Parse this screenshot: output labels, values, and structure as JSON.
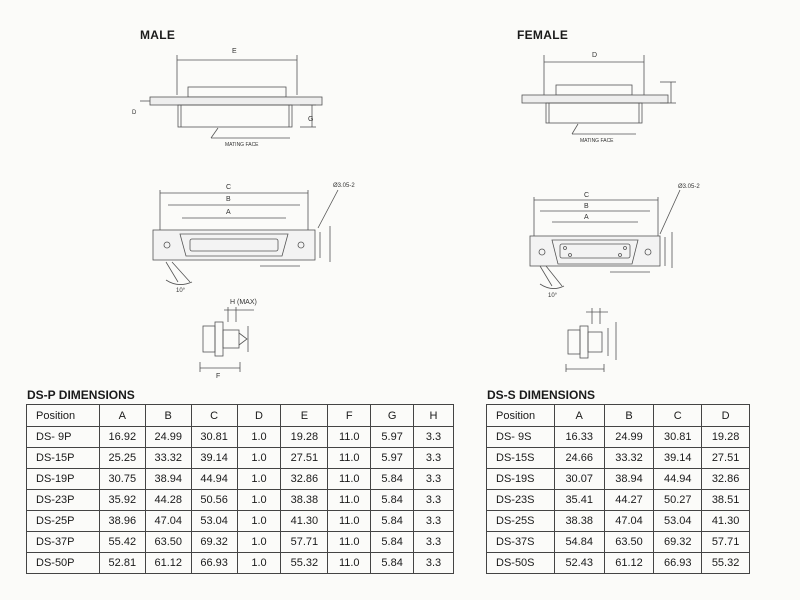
{
  "headings": {
    "male": "MALE",
    "female": "FEMALE"
  },
  "drawing_labels": {
    "mating_face": "MATING FACE",
    "h_max": "H (MAX)",
    "hole_male": "Ø3.05-2",
    "hole_female": "Ø3.05-2",
    "angle": "10°",
    "dim_e": "E",
    "dim_d": "D",
    "dim_c": "C",
    "dim_b": "B",
    "dim_a": "A",
    "dim_g": "G",
    "dim_f": "F",
    "dim_h": "H"
  },
  "ds_p": {
    "title": "DS-P  DIMENSIONS",
    "headers": [
      "Position",
      "A",
      "B",
      "C",
      "D",
      "E",
      "F",
      "G",
      "H"
    ],
    "rows": [
      [
        "DS-  9P",
        "16.92",
        "24.99",
        "30.81",
        "1.0",
        "19.28",
        "11.0",
        "5.97",
        "3.3"
      ],
      [
        "DS-15P",
        "25.25",
        "33.32",
        "39.14",
        "1.0",
        "27.51",
        "11.0",
        "5.97",
        "3.3"
      ],
      [
        "DS-19P",
        "30.75",
        "38.94",
        "44.94",
        "1.0",
        "32.86",
        "11.0",
        "5.84",
        "3.3"
      ],
      [
        "DS-23P",
        "35.92",
        "44.28",
        "50.56",
        "1.0",
        "38.38",
        "11.0",
        "5.84",
        "3.3"
      ],
      [
        "DS-25P",
        "38.96",
        "47.04",
        "53.04",
        "1.0",
        "41.30",
        "11.0",
        "5.84",
        "3.3"
      ],
      [
        "DS-37P",
        "55.42",
        "63.50",
        "69.32",
        "1.0",
        "57.71",
        "11.0",
        "5.84",
        "3.3"
      ],
      [
        "DS-50P",
        "52.81",
        "61.12",
        "66.93",
        "1.0",
        "55.32",
        "11.0",
        "5.84",
        "3.3"
      ]
    ]
  },
  "ds_s": {
    "title": "DS-S  DIMENSIONS",
    "headers": [
      "Position",
      "A",
      "B",
      "C",
      "D"
    ],
    "rows": [
      [
        "DS-  9S",
        "16.33",
        "24.99",
        "30.81",
        "19.28"
      ],
      [
        "DS-15S",
        "24.66",
        "33.32",
        "39.14",
        "27.51"
      ],
      [
        "DS-19S",
        "30.07",
        "38.94",
        "44.94",
        "32.86"
      ],
      [
        "DS-23S",
        "35.41",
        "44.27",
        "50.27",
        "38.51"
      ],
      [
        "DS-25S",
        "38.38",
        "47.04",
        "53.04",
        "41.30"
      ],
      [
        "DS-37S",
        "54.84",
        "63.50",
        "69.32",
        "57.71"
      ],
      [
        "DS-50S",
        "52.43",
        "61.12",
        "66.93",
        "55.32"
      ]
    ]
  }
}
